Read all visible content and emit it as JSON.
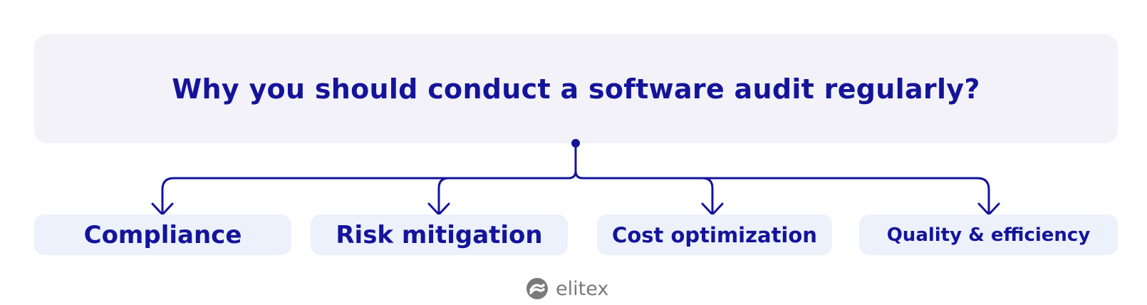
{
  "title": "Why you should conduct a software audit regularly?",
  "branches": [
    {
      "label": "Compliance"
    },
    {
      "label": "Risk mitigation"
    },
    {
      "label": "Cost optimization"
    },
    {
      "label": "Quality & efficiency"
    }
  ],
  "logo": {
    "text": "elitex",
    "icon": "elitex-logo-icon"
  },
  "colors": {
    "accent": "#14149a",
    "title_bg": "#f2f2f8",
    "pill_bg": "#ecf1fc",
    "logo": "#7a7a7a"
  }
}
